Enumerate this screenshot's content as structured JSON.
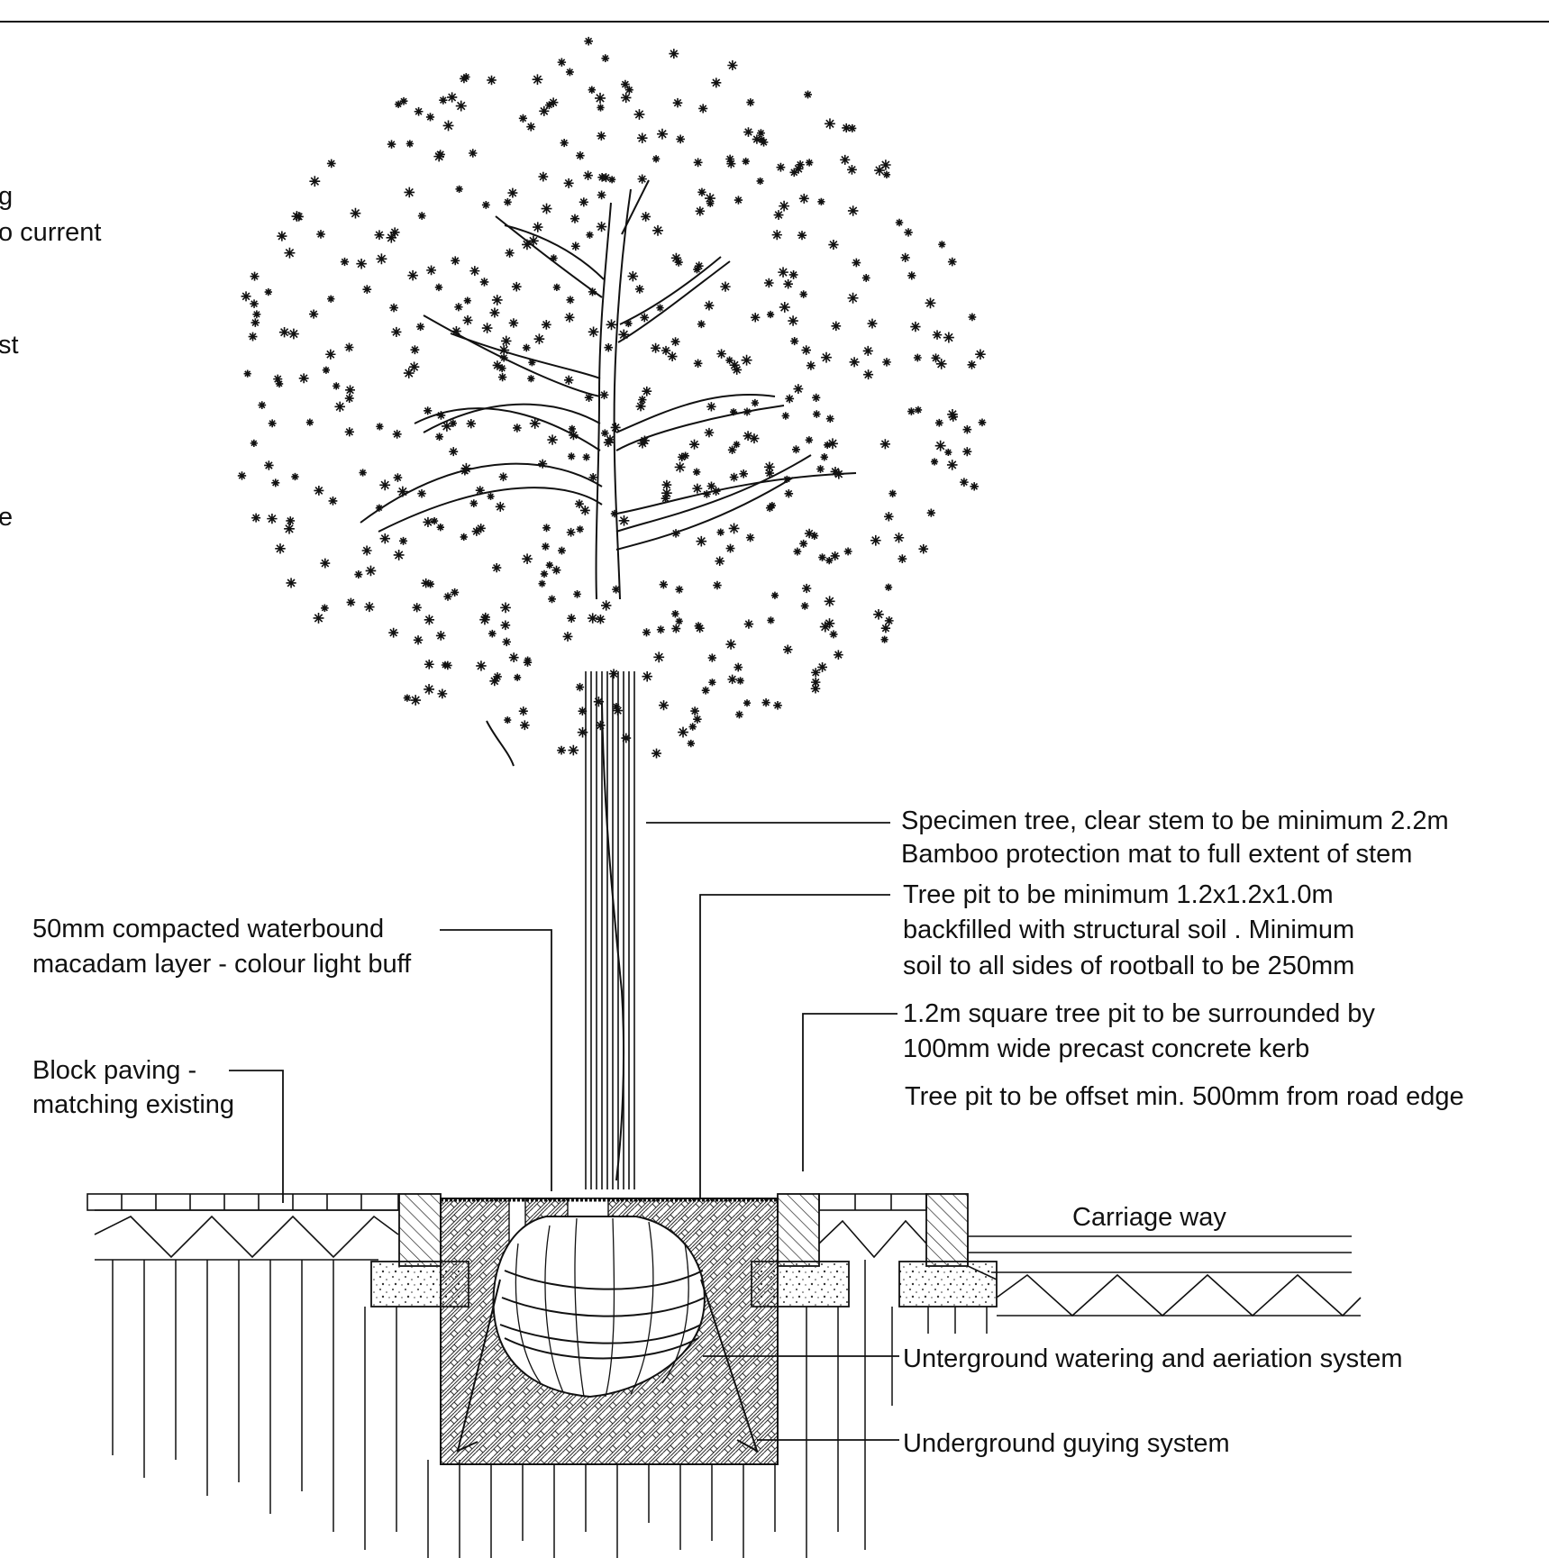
{
  "diagram": {
    "left_margin_fragments": [
      "g",
      "o current",
      "st",
      "e"
    ],
    "annotations": {
      "stem": [
        "Specimen tree, clear stem to be minimum 2.2m",
        "Bamboo protection mat to full extent of stem"
      ],
      "tree_pit": [
        "Tree pit to be minimum 1.2x1.2x1.0m",
        "backfilled with structural soil . Minimum",
        "soil to all sides of rootball to be 250mm"
      ],
      "kerb": [
        "1.2m square tree pit to be surrounded by",
        "100mm wide precast concrete kerb"
      ],
      "offset": "Tree pit to be offset min. 500mm from road edge",
      "macadam": [
        "50mm compacted waterbound",
        "macadam layer - colour light buff"
      ],
      "paving": [
        "Block paving -",
        "matching existing"
      ],
      "carriageway": "Carriage way",
      "watering": "Unterground watering and aeriation system",
      "guying": "Underground guying system"
    }
  }
}
